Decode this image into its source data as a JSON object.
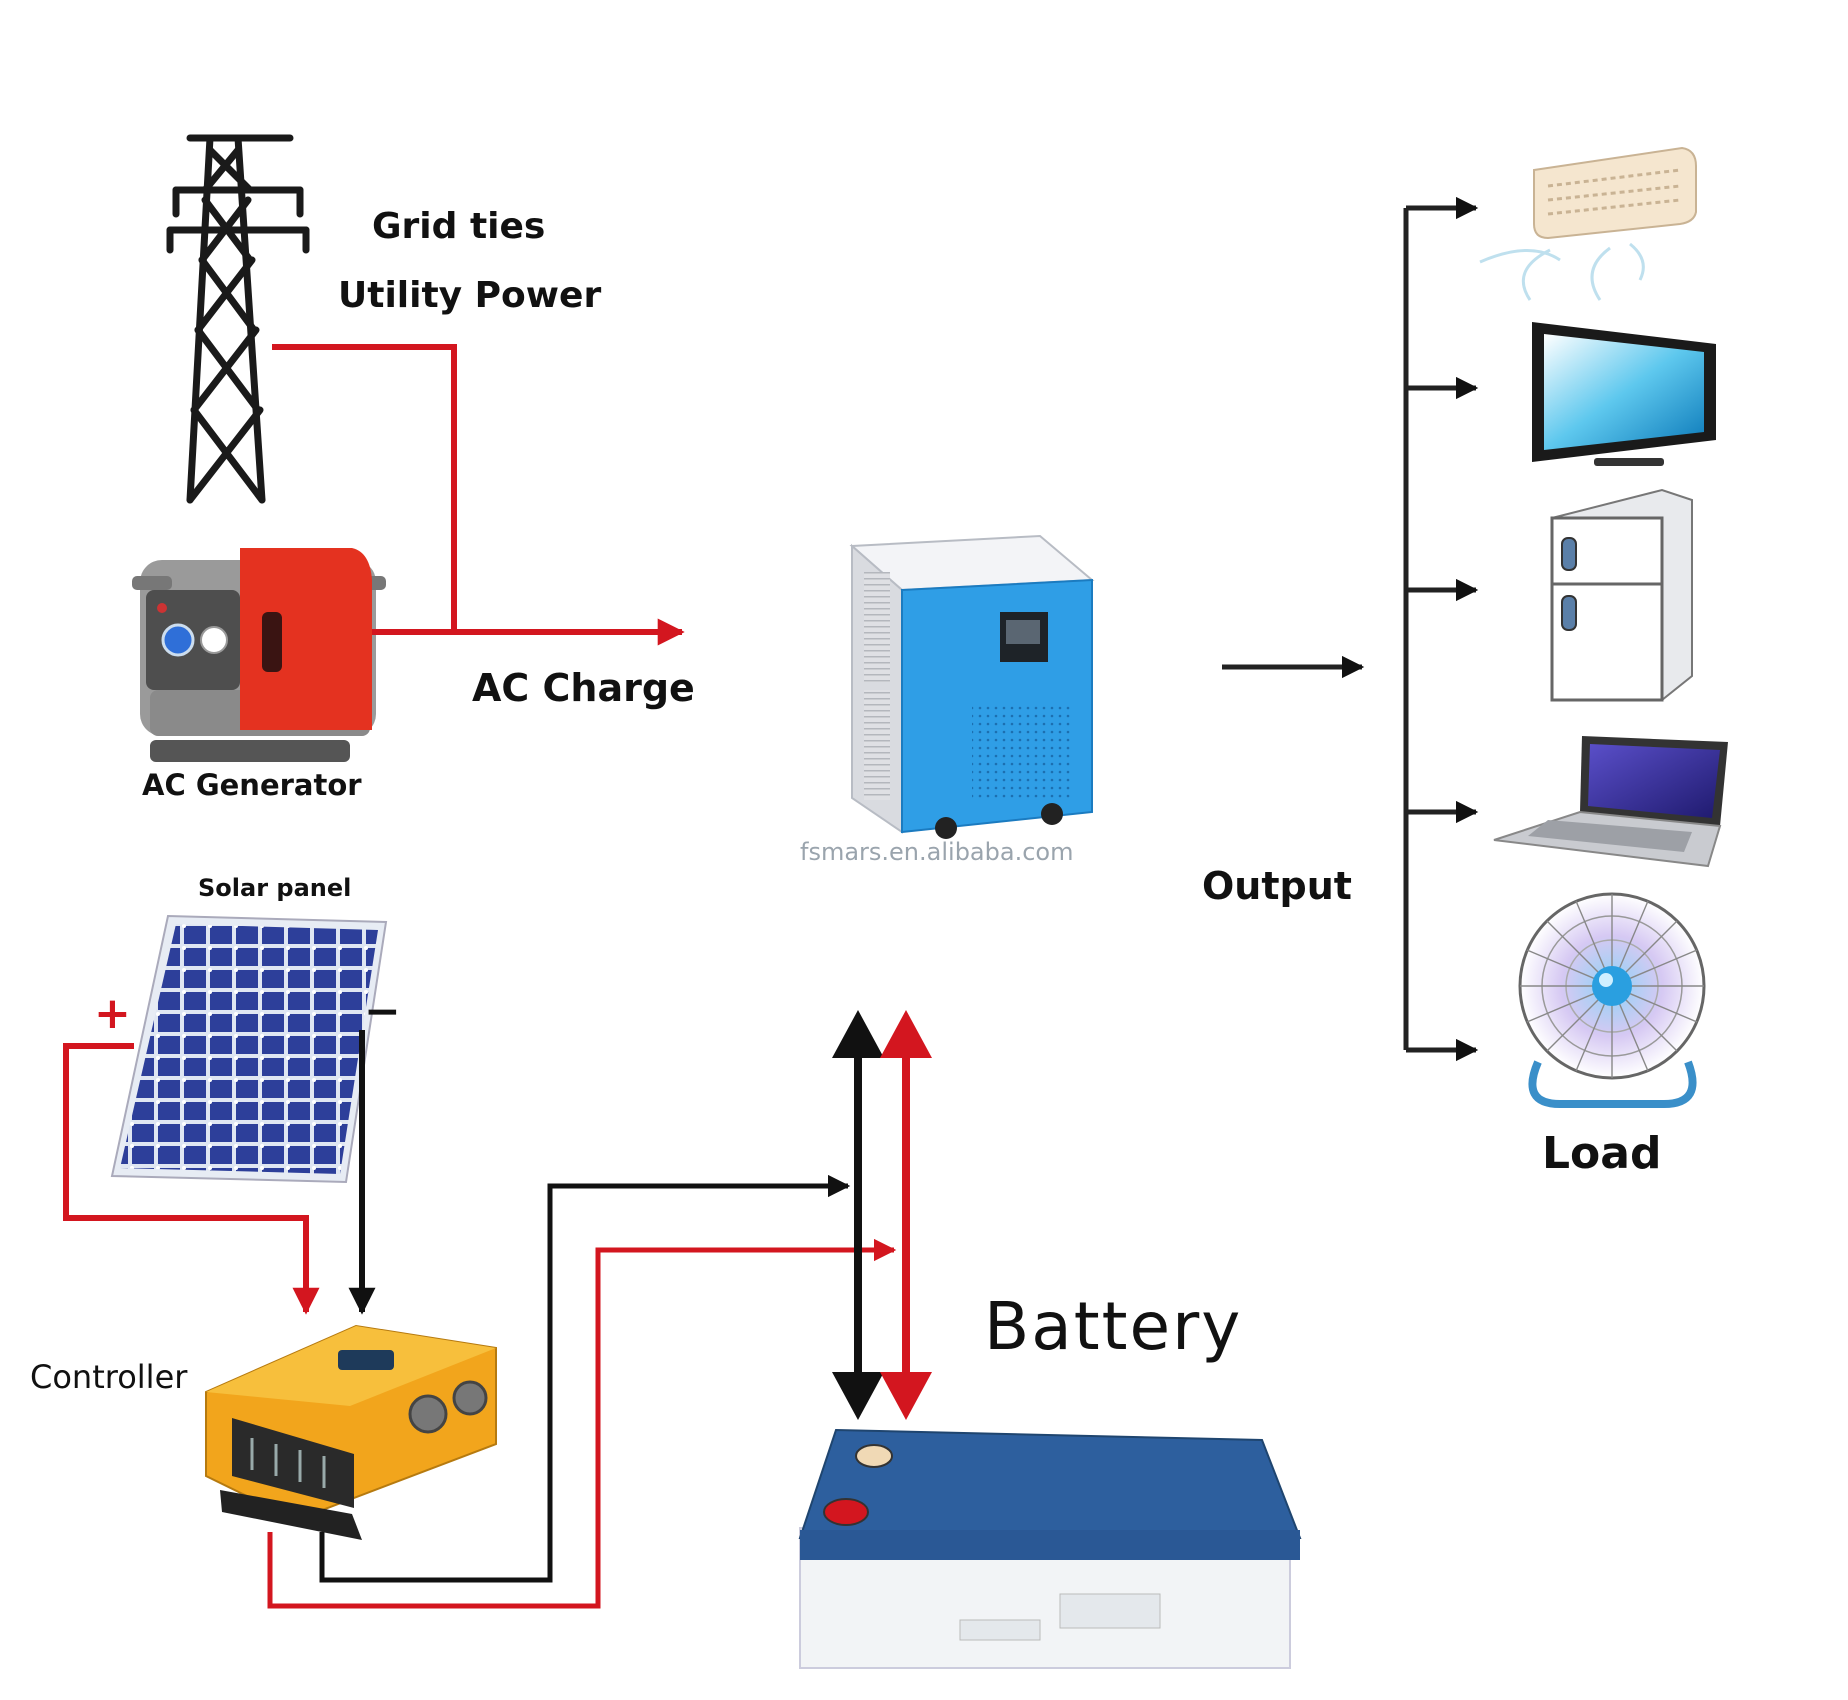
{
  "labels": {
    "grid_ties": "Grid ties",
    "utility_power": "Utility Power",
    "ac_charge": "AC Charge",
    "ac_generator": "AC Generator",
    "solar_panel": "Solar panel",
    "controller": "Controller",
    "output": "Output",
    "load": "Load",
    "battery": "Battery",
    "watermark": "fsmars.en.alibaba.com",
    "plus": "+",
    "minus": "−"
  },
  "colors": {
    "ac_line": "#d3161f",
    "dc_positive": "#d3161f",
    "dc_negative": "#111111",
    "output_line": "#222222",
    "inverter_front": "#2f9ee6",
    "controller_body": "#f2a51c",
    "battery_lid": "#2d5f9e",
    "solar_cells": "#2d3f9a",
    "generator_body": "#e43220"
  },
  "icons": [
    "transmission-tower-icon",
    "ac-generator-icon",
    "solar-panel-icon",
    "charge-controller-icon",
    "inverter-icon",
    "battery-icon",
    "air-conditioner-icon",
    "television-icon",
    "refrigerator-icon",
    "laptop-icon",
    "fan-icon"
  ]
}
